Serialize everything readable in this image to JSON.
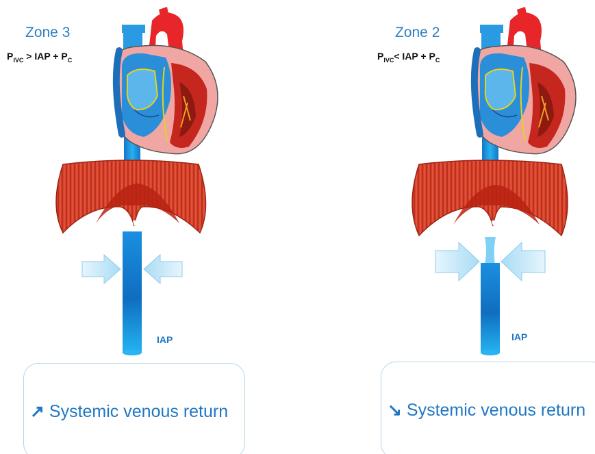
{
  "left": {
    "zone_title": "Zone 3",
    "formula": {
      "p": "P",
      "sub1": "IVC",
      "middle": " > IAP + P",
      "sub2": "C"
    },
    "iap_label": "IAP",
    "result_arrow": "↗",
    "result_text": "Systemic venous return"
  },
  "right": {
    "zone_title": "Zone 2",
    "formula": {
      "p": "P",
      "sub1": "IVC",
      "middle": "< IAP + P",
      "sub2": "C"
    },
    "iap_label": "IAP",
    "result_arrow": "↘",
    "result_text": "Systemic venous return"
  },
  "colors": {
    "vein_blue": "#1a9ae6",
    "heart_red": "#e8262a",
    "muscle_red": "#d9442a",
    "text_blue": "#1f77c4",
    "arrow_fill": "#bfe3f7"
  },
  "icons": [
    "heart-illustration",
    "diaphragm-illustration",
    "compression-arrow-icon"
  ]
}
